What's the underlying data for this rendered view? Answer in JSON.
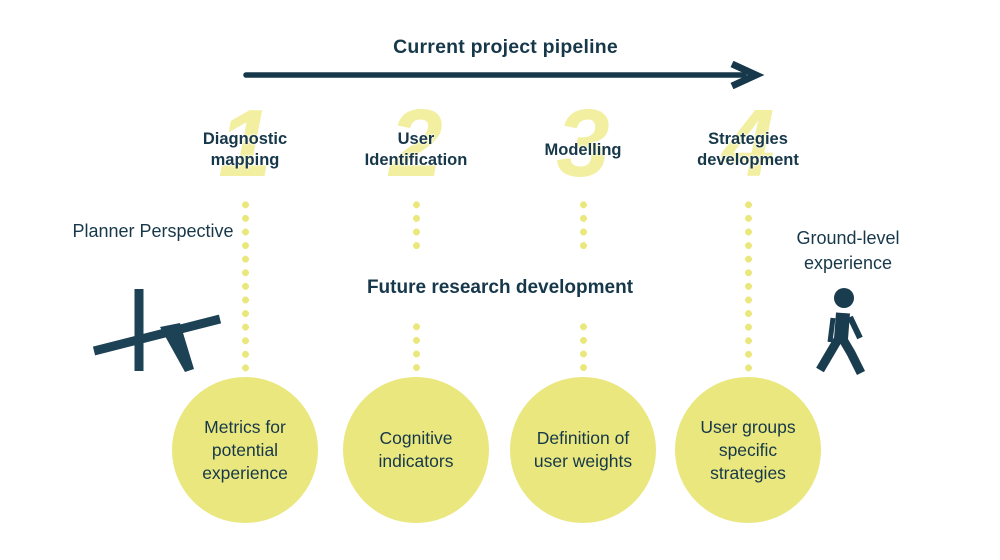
{
  "colors": {
    "navy": "#17384a",
    "number_yellow": "#f2efa0",
    "bubble_yellow": "#e9e77e",
    "dot_yellow": "#eae87c",
    "background": "#ffffff"
  },
  "header": {
    "title": "Current project pipeline",
    "arrow_icon": "right-arrow-icon"
  },
  "future_label": "Future research development",
  "pipeline": {
    "stages": [
      {
        "number": "1",
        "label": "Diagnostic mapping",
        "bubble": "Metrics for potential experience"
      },
      {
        "number": "2",
        "label": "User Identification",
        "bubble": "Cognitive indicators"
      },
      {
        "number": "3",
        "label": "Modelling",
        "bubble": "Definition of user weights"
      },
      {
        "number": "4",
        "label": "Strategies development",
        "bubble": "User groups specific strategies"
      }
    ]
  },
  "left_annotation": {
    "label": "Planner Perspective",
    "icon": "drafting-table-icon"
  },
  "right_annotation": {
    "label": "Ground-level experience",
    "icon": "walking-person-icon"
  }
}
